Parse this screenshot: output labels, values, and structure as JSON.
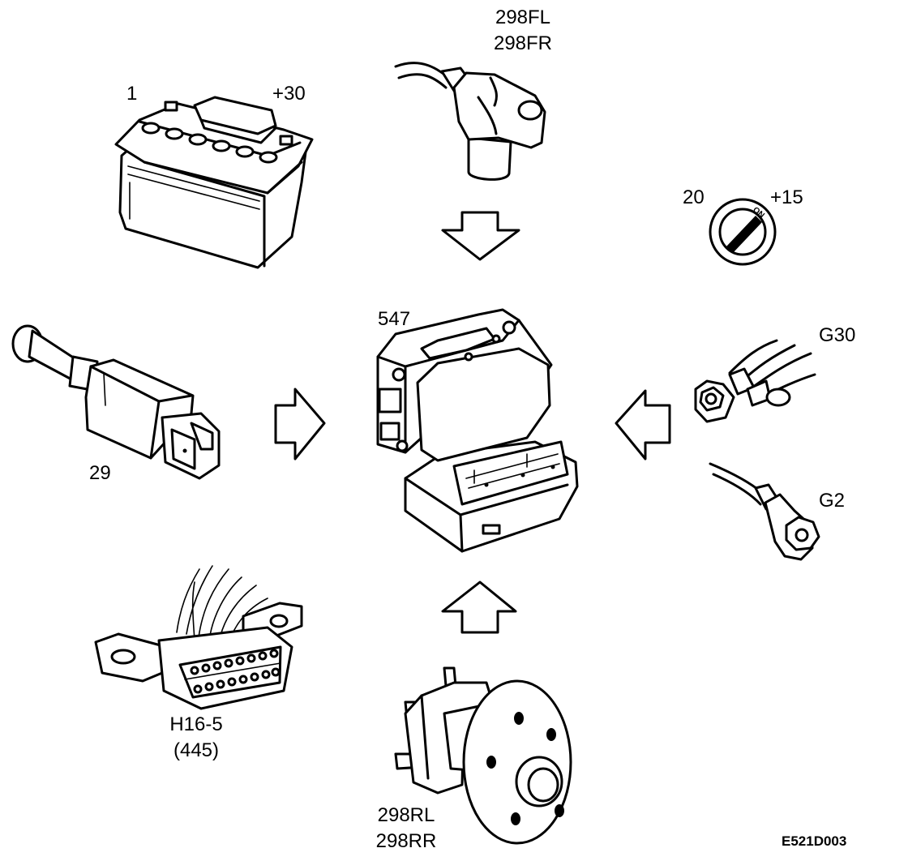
{
  "components": {
    "battery": {
      "ref": "1",
      "terminal": "+30"
    },
    "wheel_sensor_front": {
      "ref_line1": "298FL",
      "ref_line2": "298FR"
    },
    "ignition_switch": {
      "ref": "20",
      "terminal": "+15",
      "switch_marking": "ON"
    },
    "control_module": {
      "ref": "547"
    },
    "brake_light_switch": {
      "ref": "29"
    },
    "ground_point_g30": {
      "ref": "G30"
    },
    "ground_point_g2": {
      "ref": "G2"
    },
    "diagnostic_connector": {
      "ref_line1": "H16-5",
      "ref_line2": "(445)"
    },
    "wheel_sensor_rear": {
      "ref_line1": "298RL",
      "ref_line2": "298RR"
    }
  },
  "figure_code": "E521D003",
  "icons": {
    "arrow_top": "arrow-down-icon",
    "arrow_left": "arrow-right-icon",
    "arrow_right": "arrow-left-icon",
    "arrow_bottom": "arrow-up-icon"
  }
}
